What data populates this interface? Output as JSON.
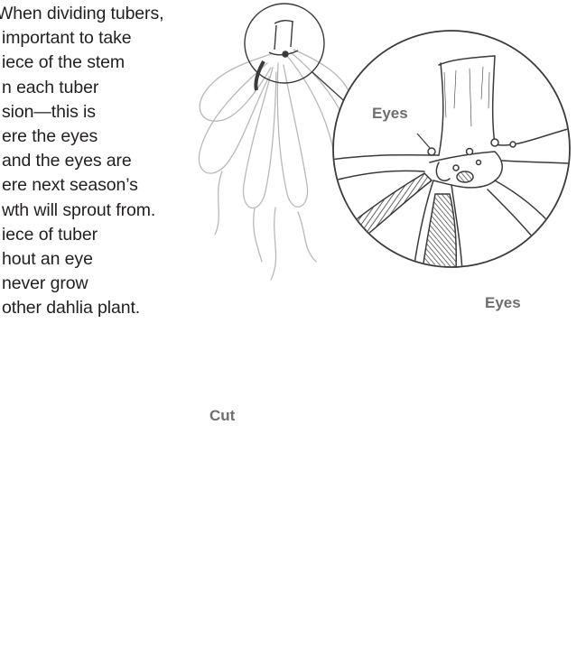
{
  "caption": {
    "lines": [
      "When dividing tubers,",
      "important to take",
      "iece of the stem",
      "n each tuber",
      "sion—this is",
      "ere the eyes",
      " and the eyes are",
      "ere next season’s",
      "wth will sprout from.",
      "iece of tuber",
      "hout an eye",
      " never grow",
      "other dahlia plant."
    ]
  },
  "labels": {
    "eyes_zoom": "Eyes",
    "eyes_tuber": "Eyes",
    "cut": "Cut"
  },
  "colors": {
    "line_art": "#3a3a3a",
    "faded_art": "#b8b8b8",
    "label_gray": "#6d6e71",
    "text": "#231f20"
  }
}
